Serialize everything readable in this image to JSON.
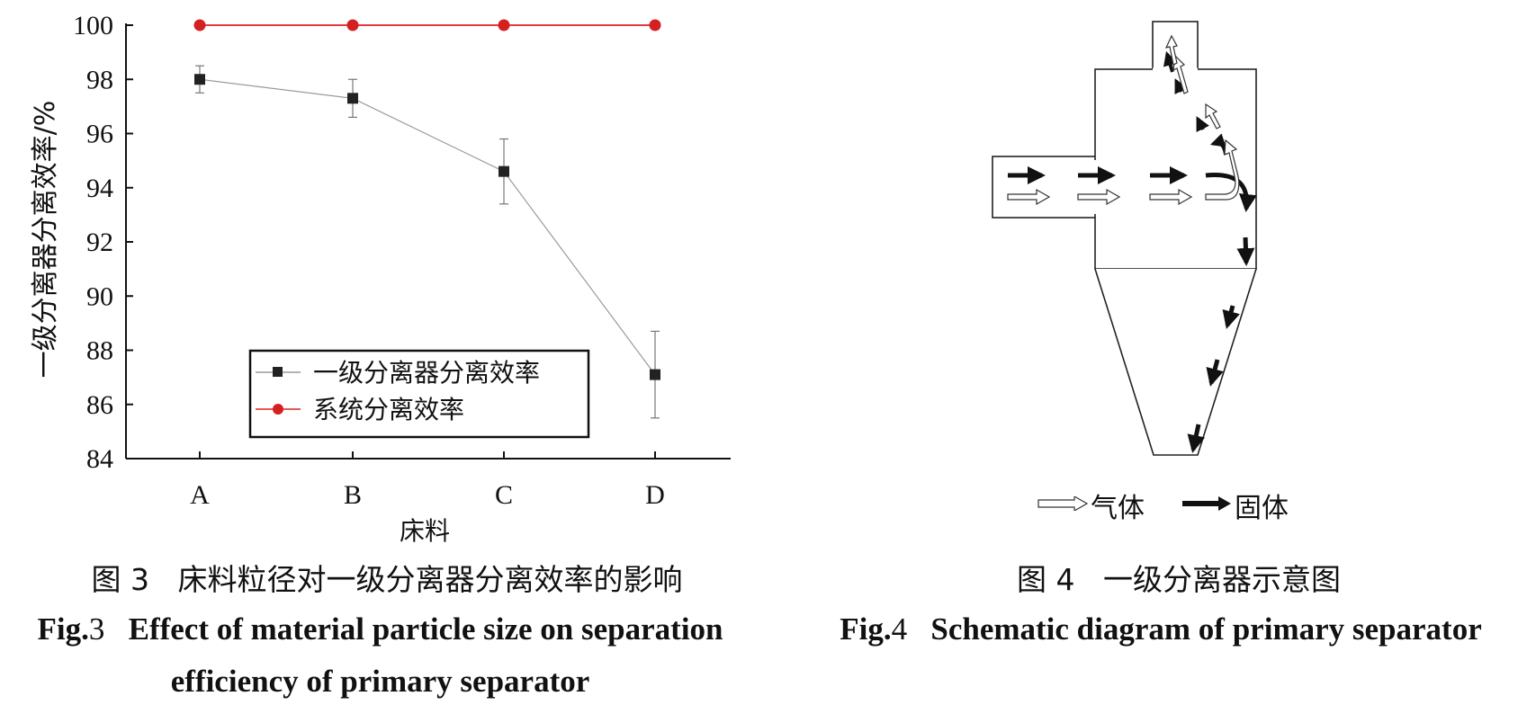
{
  "figure3": {
    "caption_cn_label": "图 3",
    "caption_cn": "床料粒径对一级分离器分离效率的影响",
    "caption_en_label": "Fig.",
    "caption_en_num": "3",
    "caption_en_line1": "Effect of material particle size on separation",
    "caption_en_line2": "efficiency of primary separator"
  },
  "chart_data": {
    "type": "line",
    "categories": [
      "A",
      "B",
      "C",
      "D"
    ],
    "xlabel": "床料",
    "ylabel": "一级分离器分离效率/%",
    "ylim": [
      84,
      100
    ],
    "yticks": [
      84,
      86,
      88,
      90,
      92,
      94,
      96,
      98,
      100
    ],
    "grid": false,
    "legend_position": "bottom-center",
    "series": [
      {
        "name": "一级分离器分离效率",
        "values": [
          98.0,
          97.3,
          94.6,
          87.1
        ],
        "error": [
          0.5,
          0.7,
          1.2,
          1.6
        ],
        "marker": "square",
        "color": "#9a9a9a",
        "marker_color": "#222222"
      },
      {
        "name": "系统分离效率",
        "values": [
          100,
          100,
          100,
          100
        ],
        "marker": "circle",
        "color": "#e02020",
        "marker_color": "#d42020"
      }
    ]
  },
  "figure4": {
    "caption_cn_label": "图 4",
    "caption_cn": "一级分离器示意图",
    "caption_en_label": "Fig.",
    "caption_en_num": "4",
    "caption_en": "Schematic diagram of primary separator",
    "legend_gas": "气体",
    "legend_solid": "固体"
  }
}
